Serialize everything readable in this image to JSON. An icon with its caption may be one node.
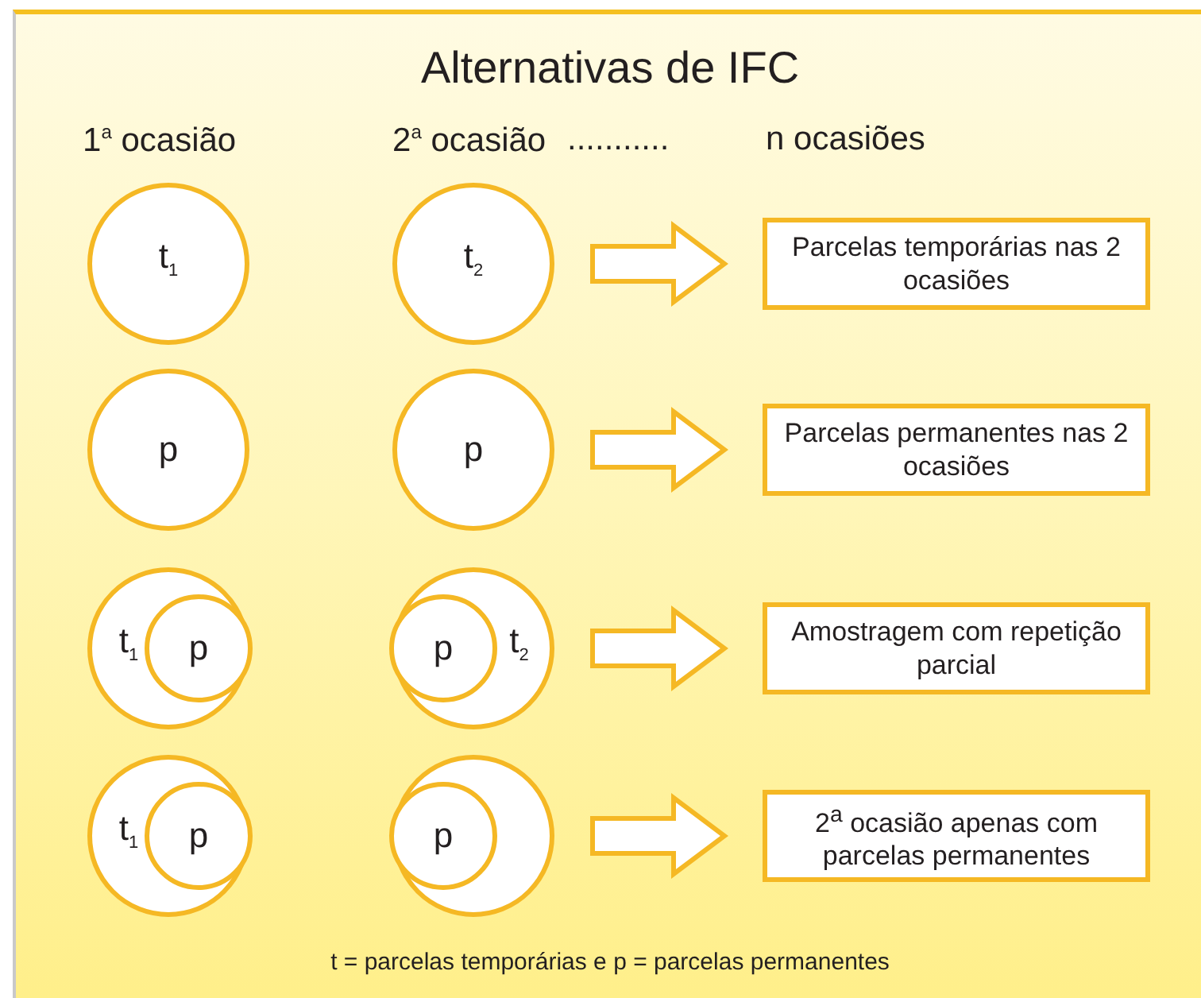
{
  "diagram": {
    "title": "Alternativas de IFC",
    "caption": "t = parcelas temporárias e p = parcelas permanentes",
    "nodes": [
      {
        "text": [
          "t$_{1}$"
        ]
      },
      {
        "text": [
          "t$_{2}$"
        ]
      },
      {
        "text": [
          "Parcelas temporárias nas 2 ocasiões"
        ]
      },
      {
        "text": [
          "p"
        ]
      },
      {
        "text": [
          "p"
        ]
      },
      {
        "text": [
          "Parcelas permanentes nas 2 ocasiões"
        ]
      },
      {
        "text": [
          "t$_{1}$"
        ]
      },
      {
        "text": [
          "p"
        ],
        "in": 6
      },
      {
        "text": [
          "t$_{2}$"
        ]
      },
      {
        "text": [
          "p"
        ],
        "in": 8
      },
      {
        "text": [
          "Amostragem com repetição parcial"
        ]
      },
      {
        "text": [
          "t$_{1}$"
        ]
      },
      {
        "text": [
          "p"
        ],
        "in": 11
      },
      {
        "text": [],
        "shape": "circle"
      },
      {
        "text": [
          "p"
        ],
        "in": 13
      },
      {
        "text": [
          "2$^{a}$ ocasião apenas com parcelas permanentes"
        ]
      }
    ],
    "edges": [
      {
        "from": 1,
        "to": 2,
        "arrow": "to",
        "style": "thick"
      },
      {
        "from": 4,
        "to": 5,
        "arrow": "to",
        "style": "thick"
      },
      {
        "from": 8,
        "to": 10,
        "arrow": "to",
        "style": "thick"
      },
      {
        "from": 13,
        "to": 15,
        "arrow": "to",
        "style": "thick"
      }
    ],
    "labels": [
      "1$^{a}$ ocasião",
      "2$^{a}$ ocasião",
      "...........",
      "n ocasiões"
    ]
  }
}
